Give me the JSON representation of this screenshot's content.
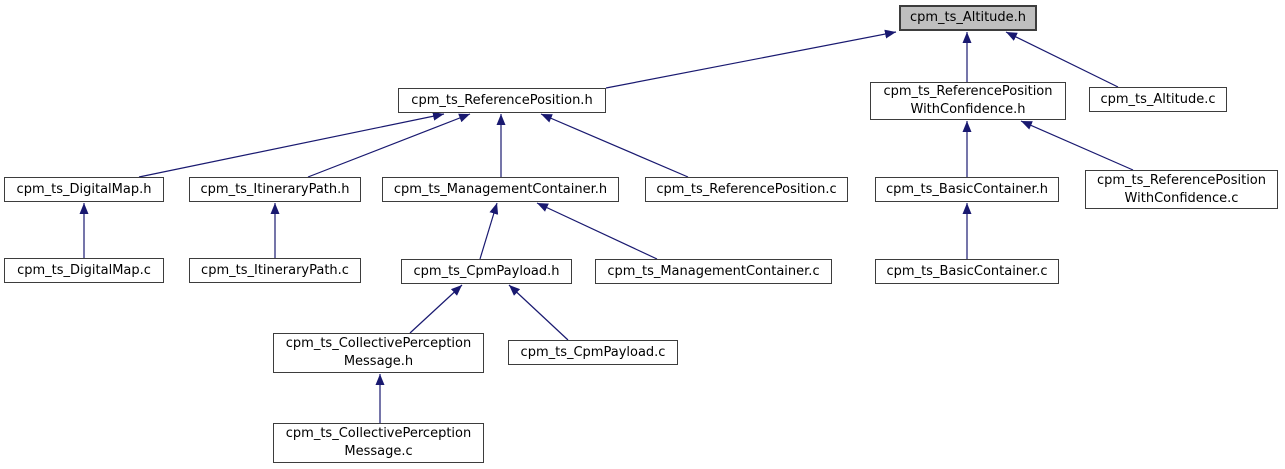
{
  "diagram": {
    "kind": "doxygen-include-dependency-graph",
    "colors": {
      "background": "#ffffff",
      "edge": "#191970",
      "node_border": "#3d3d3d",
      "node_fill": "#ffffff",
      "main_node_fill": "#bfbfbf",
      "text": "#000000"
    },
    "nodes": [
      {
        "id": "cpm_ts_Altitude.h",
        "label": "cpm_ts_Altitude.h",
        "main": true
      },
      {
        "id": "cpm_ts_ReferencePosition.h",
        "label": "cpm_ts_ReferencePosition.h"
      },
      {
        "id": "cpm_ts_ReferencePositionWithConfidence.h",
        "label": "cpm_ts_ReferencePosition\nWithConfidence.h"
      },
      {
        "id": "cpm_ts_Altitude.c",
        "label": "cpm_ts_Altitude.c"
      },
      {
        "id": "cpm_ts_DigitalMap.h",
        "label": "cpm_ts_DigitalMap.h"
      },
      {
        "id": "cpm_ts_ItineraryPath.h",
        "label": "cpm_ts_ItineraryPath.h"
      },
      {
        "id": "cpm_ts_ManagementContainer.h",
        "label": "cpm_ts_ManagementContainer.h"
      },
      {
        "id": "cpm_ts_ReferencePosition.c",
        "label": "cpm_ts_ReferencePosition.c"
      },
      {
        "id": "cpm_ts_BasicContainer.h",
        "label": "cpm_ts_BasicContainer.h"
      },
      {
        "id": "cpm_ts_ReferencePositionWithConfidence.c",
        "label": "cpm_ts_ReferencePosition\nWithConfidence.c"
      },
      {
        "id": "cpm_ts_DigitalMap.c",
        "label": "cpm_ts_DigitalMap.c"
      },
      {
        "id": "cpm_ts_ItineraryPath.c",
        "label": "cpm_ts_ItineraryPath.c"
      },
      {
        "id": "cpm_ts_CpmPayload.h",
        "label": "cpm_ts_CpmPayload.h"
      },
      {
        "id": "cpm_ts_ManagementContainer.c",
        "label": "cpm_ts_ManagementContainer.c"
      },
      {
        "id": "cpm_ts_BasicContainer.c",
        "label": "cpm_ts_BasicContainer.c"
      },
      {
        "id": "cpm_ts_CollectivePerceptionMessage.h",
        "label": "cpm_ts_CollectivePerception\nMessage.h"
      },
      {
        "id": "cpm_ts_CpmPayload.c",
        "label": "cpm_ts_CpmPayload.c"
      },
      {
        "id": "cpm_ts_CollectivePerceptionMessage.c",
        "label": "cpm_ts_CollectivePerception\nMessage.c"
      }
    ],
    "edges": [
      {
        "from": "cpm_ts_ReferencePosition.h",
        "to": "cpm_ts_Altitude.h"
      },
      {
        "from": "cpm_ts_ReferencePositionWithConfidence.h",
        "to": "cpm_ts_Altitude.h"
      },
      {
        "from": "cpm_ts_Altitude.c",
        "to": "cpm_ts_Altitude.h"
      },
      {
        "from": "cpm_ts_DigitalMap.h",
        "to": "cpm_ts_ReferencePosition.h"
      },
      {
        "from": "cpm_ts_ItineraryPath.h",
        "to": "cpm_ts_ReferencePosition.h"
      },
      {
        "from": "cpm_ts_ManagementContainer.h",
        "to": "cpm_ts_ReferencePosition.h"
      },
      {
        "from": "cpm_ts_ReferencePosition.c",
        "to": "cpm_ts_ReferencePosition.h"
      },
      {
        "from": "cpm_ts_BasicContainer.h",
        "to": "cpm_ts_ReferencePositionWithConfidence.h"
      },
      {
        "from": "cpm_ts_ReferencePositionWithConfidence.c",
        "to": "cpm_ts_ReferencePositionWithConfidence.h"
      },
      {
        "from": "cpm_ts_DigitalMap.c",
        "to": "cpm_ts_DigitalMap.h"
      },
      {
        "from": "cpm_ts_ItineraryPath.c",
        "to": "cpm_ts_ItineraryPath.h"
      },
      {
        "from": "cpm_ts_CpmPayload.h",
        "to": "cpm_ts_ManagementContainer.h"
      },
      {
        "from": "cpm_ts_ManagementContainer.c",
        "to": "cpm_ts_ManagementContainer.h"
      },
      {
        "from": "cpm_ts_BasicContainer.c",
        "to": "cpm_ts_BasicContainer.h"
      },
      {
        "from": "cpm_ts_CollectivePerceptionMessage.h",
        "to": "cpm_ts_CpmPayload.h"
      },
      {
        "from": "cpm_ts_CpmPayload.c",
        "to": "cpm_ts_CpmPayload.h"
      },
      {
        "from": "cpm_ts_CollectivePerceptionMessage.c",
        "to": "cpm_ts_CollectivePerceptionMessage.h"
      }
    ]
  }
}
